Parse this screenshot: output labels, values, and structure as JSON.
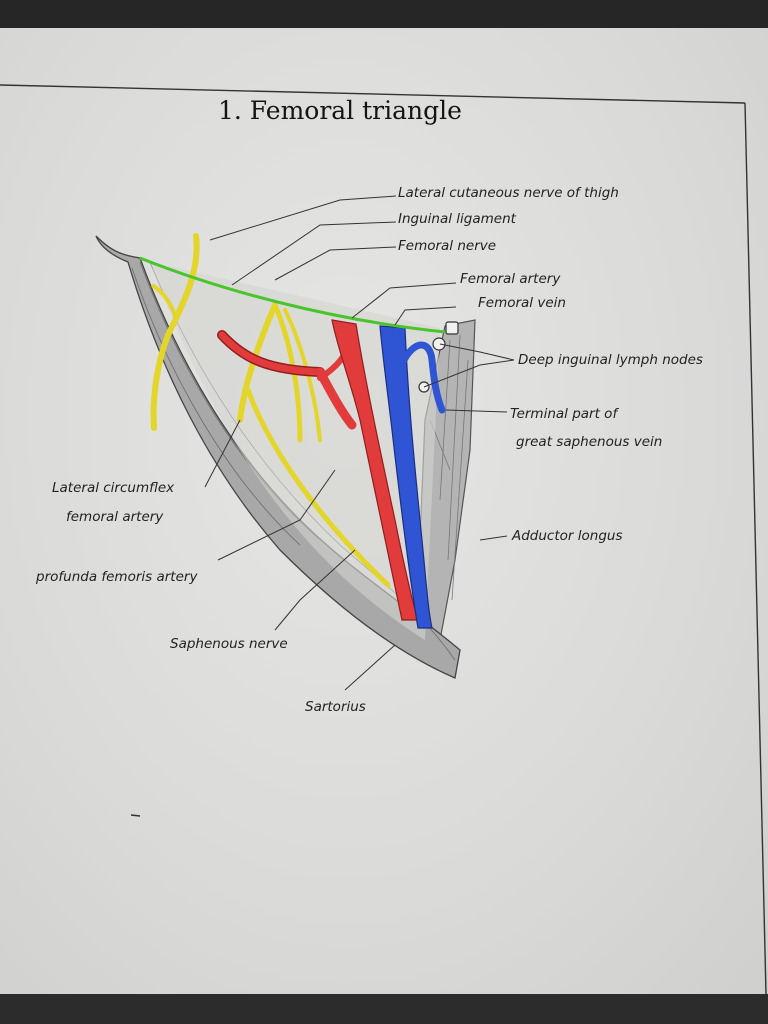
{
  "title": "1. Femoral triangle",
  "labels": {
    "lateral_cutaneous_nerve": "Lateral cutaneous nerve of thigh",
    "inguinal_ligament": "Inguinal ligament",
    "femoral_nerve": "Femoral nerve",
    "femoral_artery": "Femoral artery",
    "femoral_vein": "Femoral vein",
    "deep_inguinal_lymph_nodes": "Deep inguinal lymph nodes",
    "great_saphenous_vein_line1": "Terminal part of",
    "great_saphenous_vein_line2": "great saphenous vein",
    "lateral_circumflex_line1": "Lateral circumflex",
    "lateral_circumflex_line2": "femoral artery",
    "profunda_femoris_artery": "profunda femoris artery",
    "adductor_longus": "Adductor longus",
    "saphenous_nerve": "Saphenous nerve",
    "sartorius": "Sartorius"
  },
  "colors": {
    "nerve": "#e3d52a",
    "artery": "#e23b3b",
    "vein": "#2f55d4",
    "ligament": "#49c52b",
    "muscle": "#a9a9a9"
  }
}
